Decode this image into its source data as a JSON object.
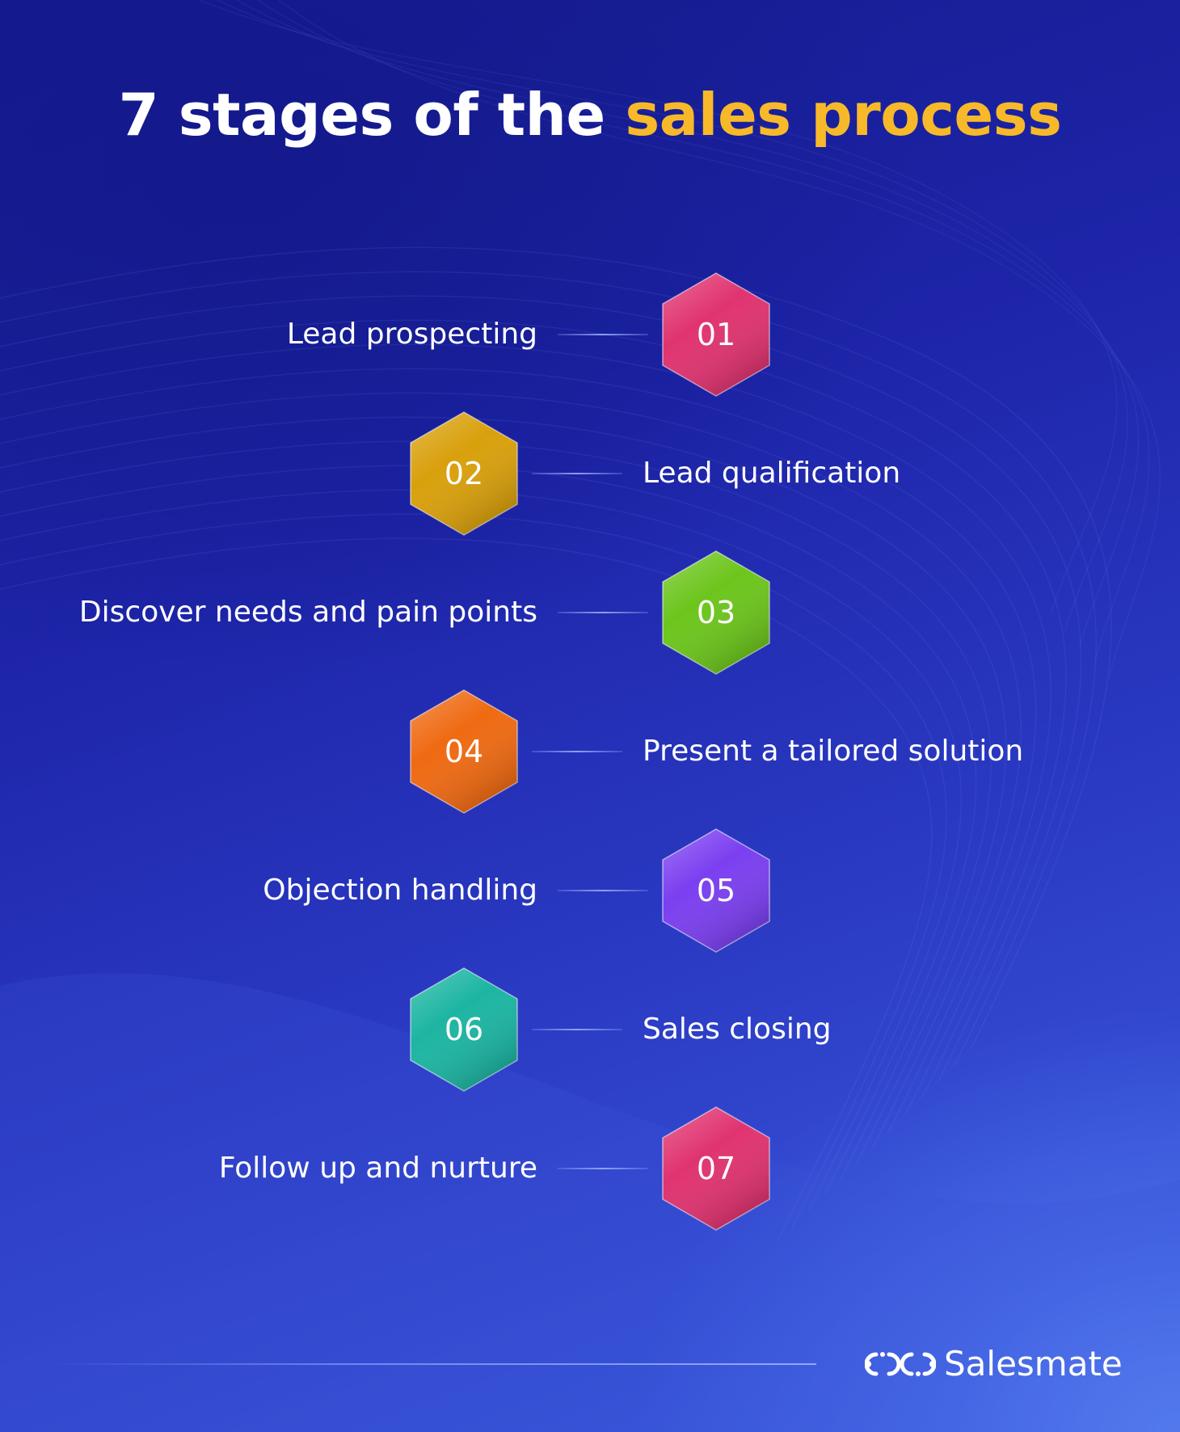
{
  "title": {
    "prefix": "7 stages of the",
    "highlight": "sales process",
    "highlight_color": "#f7b92a"
  },
  "stages": [
    {
      "number": "01",
      "label": "Lead prospecting",
      "color": "#e0336f"
    },
    {
      "number": "02",
      "label": "Lead qualification",
      "color": "#d9a00c"
    },
    {
      "number": "03",
      "label": "Discover needs and pain points",
      "color": "#6cc51c"
    },
    {
      "number": "04",
      "label": "Present a tailored solution",
      "color": "#ef6a12"
    },
    {
      "number": "05",
      "label": "Objection handling",
      "color": "#7b3ff0"
    },
    {
      "number": "06",
      "label": "Sales closing",
      "color": "#1cb5a2"
    },
    {
      "number": "07",
      "label": "Follow up and nurture",
      "color": "#e0336f"
    }
  ],
  "brand": {
    "name": "Salesmate",
    "icon": "salesmate-logo-icon"
  }
}
